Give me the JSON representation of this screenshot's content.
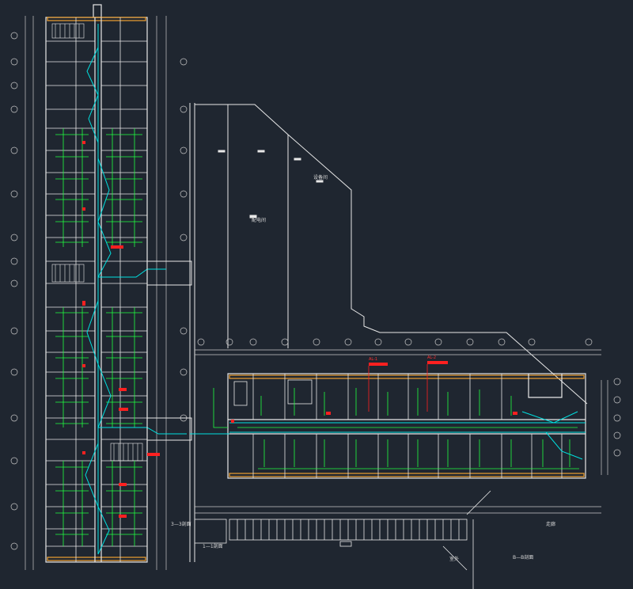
{
  "drawing": {
    "background_color": "#1f2630",
    "colors": {
      "wall": "#e8e8e8",
      "column": "#f0a030",
      "conduit": "#00e0e0",
      "wiring": "#20ff40",
      "tag": "#ff2020",
      "grid": "#c8c8c8"
    },
    "labels": {
      "lobby_section": "B—B剖面",
      "stair_section": "1—1剖面",
      "left_section": "3—3剖面",
      "bottom_note": "室外",
      "room_a": "配电间",
      "room_b": "设备间",
      "corridor": "走廊"
    },
    "red_tags": [
      "AL-1",
      "AL-2"
    ]
  }
}
